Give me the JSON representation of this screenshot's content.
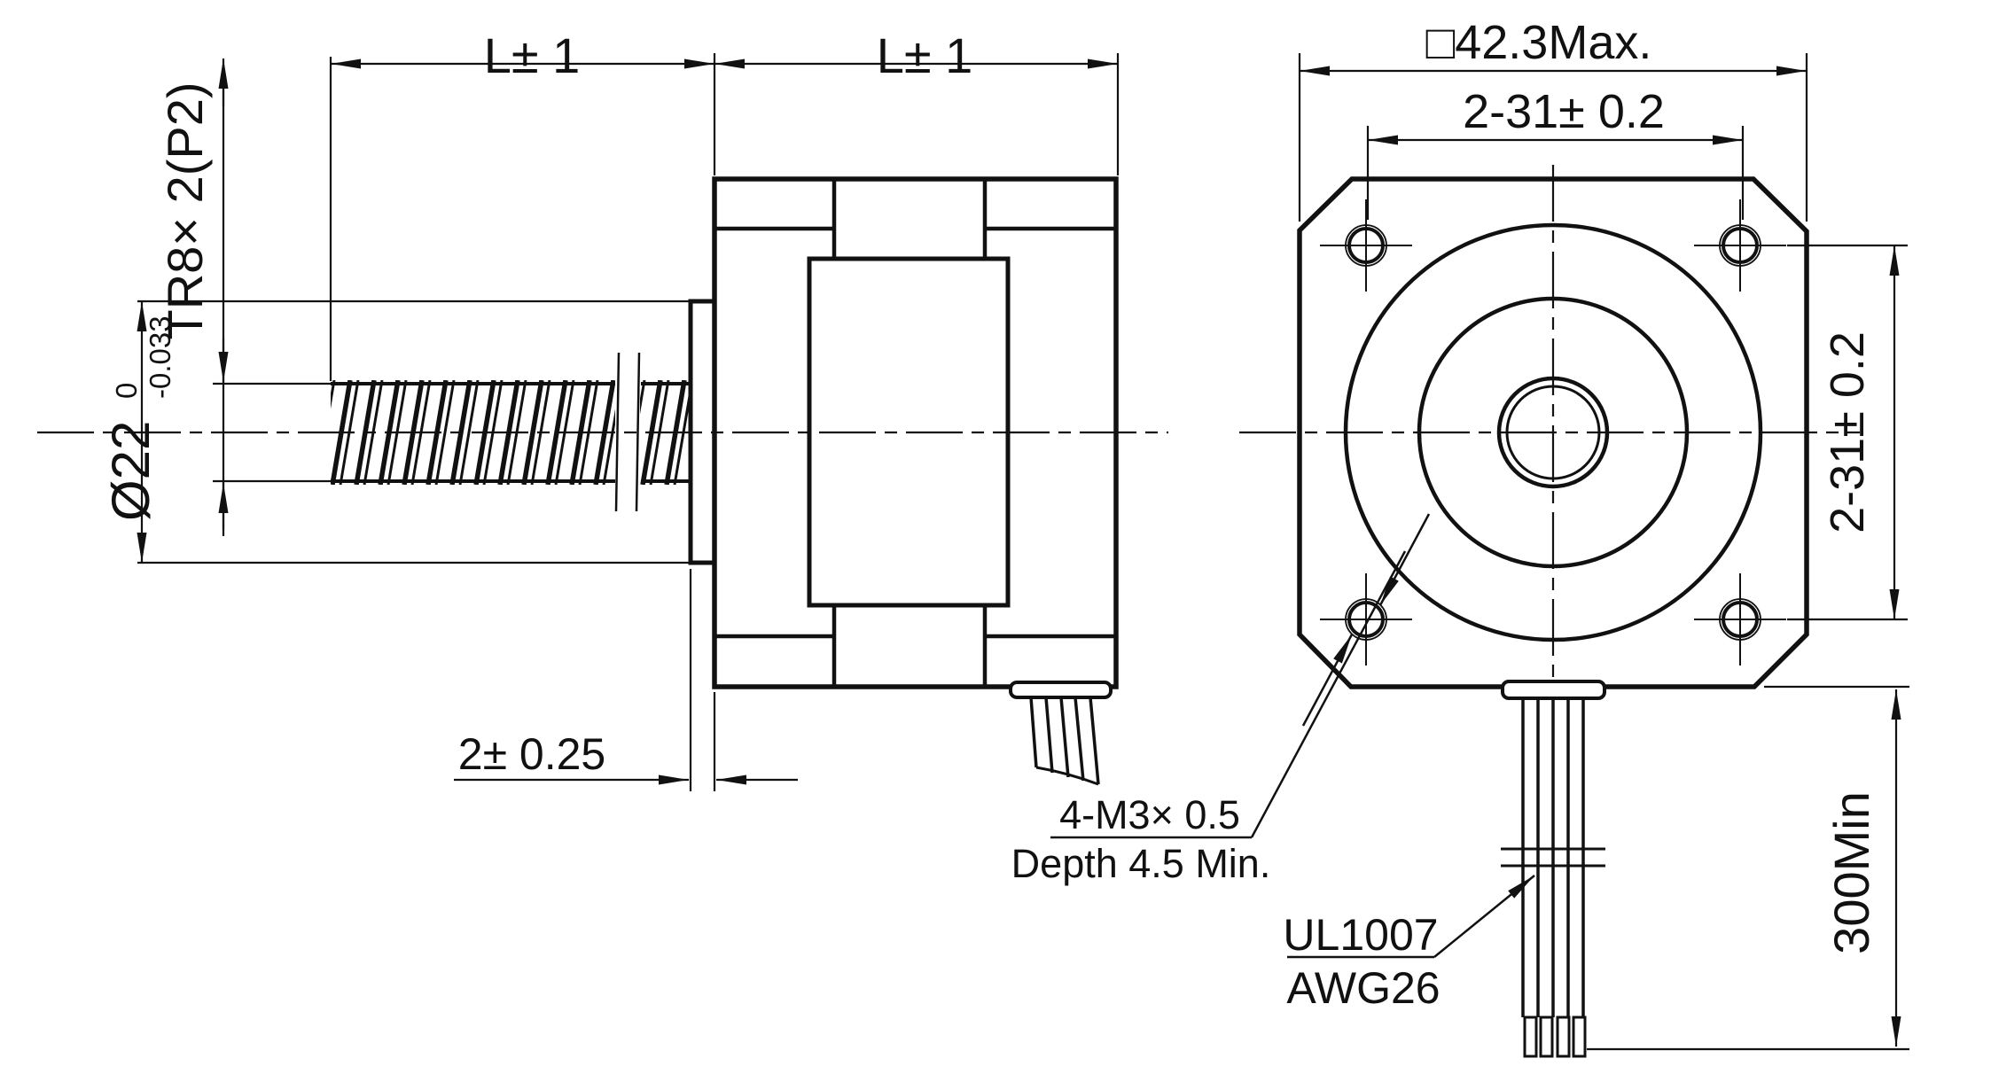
{
  "labels": {
    "screw_len": "L± 1",
    "body_len": "L± 1",
    "thread_spec": "TR8× 2(P2)",
    "pilot_dia": "Ø22",
    "tol_hi": "0",
    "tol_lo": "-0.033",
    "flange_thk": "2± 0.25",
    "frame_size": "□42.3Max.",
    "holes_h": "2-31± 0.2",
    "holes_v": "2-31± 0.2",
    "tap_line1": "4-M3× 0.5",
    "tap_line2": "Depth 4.5 Min.",
    "wire_line1": "UL1007",
    "wire_line2": "AWG26",
    "wire_len": "300Min"
  },
  "colors": {
    "line": "#111111",
    "background": "#ffffff"
  }
}
